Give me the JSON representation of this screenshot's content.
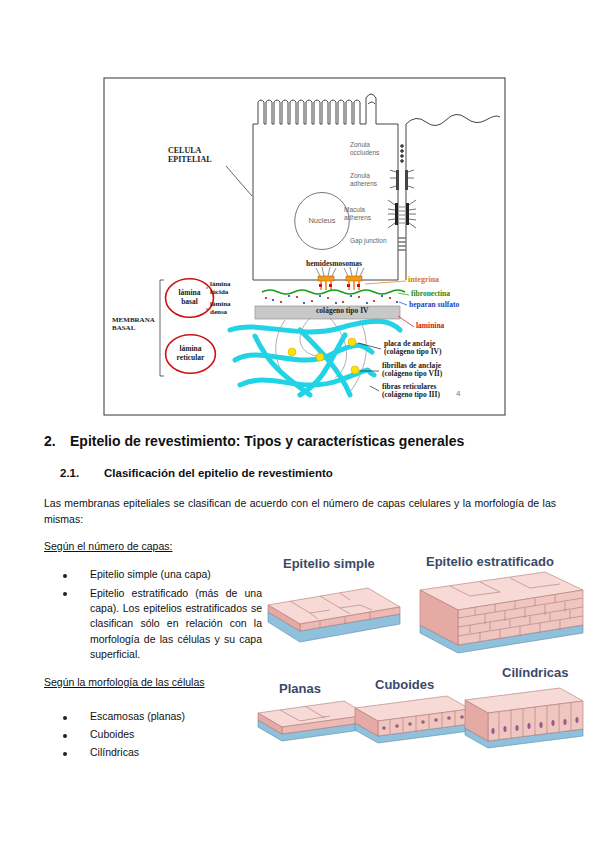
{
  "diagram": {
    "nodes": [
      {
        "text": [
          "Nucleus"
        ]
      },
      {
        "text": [
          "lámina basal"
        ]
      },
      {
        "text": [
          "lámina reticular"
        ]
      }
    ],
    "labels": [
      "CELULA EPITELIAL",
      "Zonula occludens",
      "Zonula adherens",
      "Macula adherens",
      "Gap junction",
      "hemidesmosomas",
      "integrina",
      "fibronectina",
      "heparan sulfato",
      "lámina lúcida",
      "lámina densa",
      "colágeno tipo IV",
      "laminina",
      "MEMBRANA BASAL",
      "placa de anclaje (colágeno tipo IV)",
      "fibrillas de anclaje (colágeno tipo VII)",
      "fibras reticulares (colágeno tipo III)",
      "4",
      "2.",
      "Epitelio de revestimiento: Tipos y características generales",
      "2.1.",
      "Clasificación del epitelio de revestimiento",
      "Las membranas epiteliales se clasifican de acuerdo con el número de capas celulares y la morfología de las mismas:",
      "Según el número de capas:",
      "Epitelio simple (una capa)",
      "Epitelio estratificado (más de una capa). Los epitelios estratificados se clasifican sólo en relación con la morfología de las células y su capa superficial.",
      "Según la morfología de las células",
      "Escamosas (planas)",
      "Cuboides",
      "Cilíndricas",
      "Epitelio simple",
      "Epitelio estratificado",
      "Planas",
      "Cuboides",
      "Cilíndricas"
    ]
  }
}
